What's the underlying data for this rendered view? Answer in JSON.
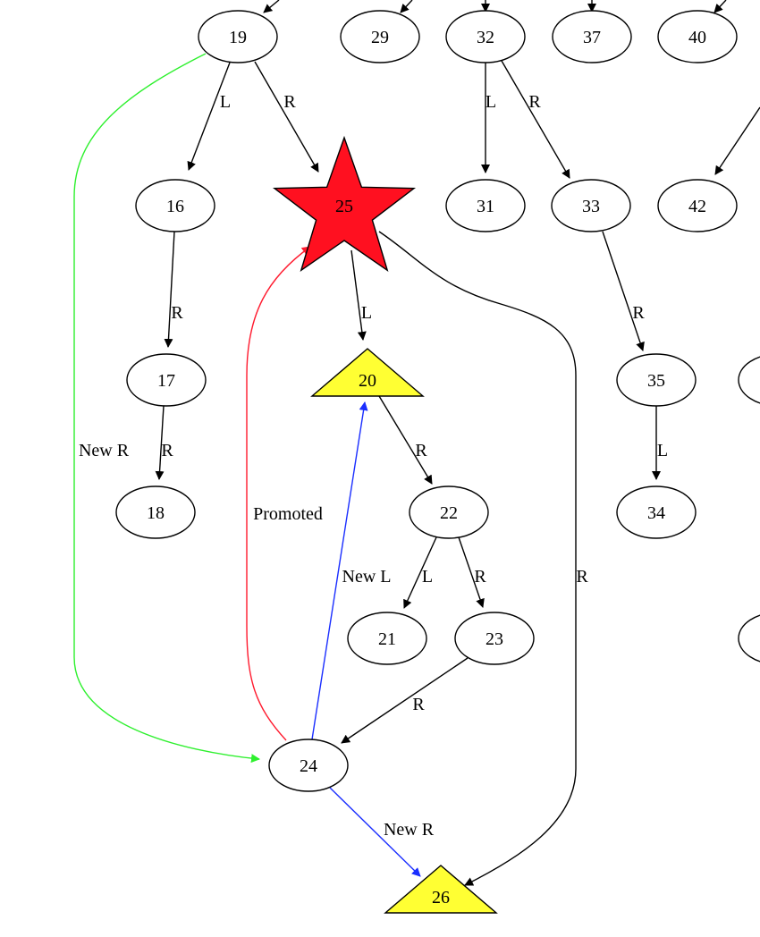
{
  "title": "Binary search tree node deletion (in-order successor promotion)",
  "colors": {
    "default_edge": "#000000",
    "new_link": "#1a2eff",
    "promoted": "#ff1a2e",
    "new_right_from_parent": "#2ef02e",
    "star_fill": "#ff1020",
    "triangle_fill": "#ffff33",
    "ellipse_fill": "#ffffff"
  },
  "nodes": [
    {
      "id": "19",
      "label": "19",
      "shape": "ellipse"
    },
    {
      "id": "29",
      "label": "29",
      "shape": "ellipse"
    },
    {
      "id": "32",
      "label": "32",
      "shape": "ellipse"
    },
    {
      "id": "37",
      "label": "37",
      "shape": "ellipse"
    },
    {
      "id": "40",
      "label": "40",
      "shape": "ellipse"
    },
    {
      "id": "16",
      "label": "16",
      "shape": "ellipse"
    },
    {
      "id": "25",
      "label": "25",
      "shape": "star",
      "role": "deleted node"
    },
    {
      "id": "31",
      "label": "31",
      "shape": "ellipse"
    },
    {
      "id": "33",
      "label": "33",
      "shape": "ellipse"
    },
    {
      "id": "42",
      "label": "42",
      "shape": "ellipse"
    },
    {
      "id": "17",
      "label": "17",
      "shape": "ellipse"
    },
    {
      "id": "20",
      "label": "20",
      "shape": "triangle",
      "role": "child of deleted"
    },
    {
      "id": "35",
      "label": "35",
      "shape": "ellipse"
    },
    {
      "id": "18",
      "label": "18",
      "shape": "ellipse"
    },
    {
      "id": "22",
      "label": "22",
      "shape": "ellipse"
    },
    {
      "id": "34",
      "label": "34",
      "shape": "ellipse"
    },
    {
      "id": "21",
      "label": "21",
      "shape": "ellipse"
    },
    {
      "id": "23",
      "label": "23",
      "shape": "ellipse"
    },
    {
      "id": "24",
      "label": "24",
      "shape": "ellipse",
      "role": "successor"
    },
    {
      "id": "26",
      "label": "26",
      "shape": "triangle",
      "role": "child of deleted"
    }
  ],
  "partial_nodes": [
    "offscreen-right-1",
    "offscreen-right-2"
  ],
  "edges": [
    {
      "from": "19",
      "to": "16",
      "label": "L",
      "style": "default"
    },
    {
      "from": "19",
      "to": "25",
      "label": "R",
      "style": "default"
    },
    {
      "from": "19",
      "to": "24",
      "label": "New R",
      "style": "new_right_from_parent"
    },
    {
      "from": "32",
      "to": "31",
      "label": "L",
      "style": "default"
    },
    {
      "from": "32",
      "to": "33",
      "label": "R",
      "style": "default"
    },
    {
      "from": "16",
      "to": "17",
      "label": "R",
      "style": "default"
    },
    {
      "from": "17",
      "to": "18",
      "label": "R",
      "style": "default"
    },
    {
      "from": "25",
      "to": "20",
      "label": "L",
      "style": "default"
    },
    {
      "from": "25",
      "to": "26",
      "label": "R",
      "style": "default"
    },
    {
      "from": "33",
      "to": "35",
      "label": "R",
      "style": "default"
    },
    {
      "from": "35",
      "to": "34",
      "label": "L",
      "style": "default"
    },
    {
      "from": "20",
      "to": "22",
      "label": "R",
      "style": "default"
    },
    {
      "from": "22",
      "to": "21",
      "label": "L",
      "style": "default"
    },
    {
      "from": "22",
      "to": "23",
      "label": "R",
      "style": "default"
    },
    {
      "from": "23",
      "to": "24",
      "label": "R",
      "style": "default"
    },
    {
      "from": "24",
      "to": "25",
      "label": "Promoted",
      "style": "promoted"
    },
    {
      "from": "24",
      "to": "20",
      "label": "New L",
      "style": "new_link"
    },
    {
      "from": "24",
      "to": "26",
      "label": "New R",
      "style": "new_link"
    },
    {
      "from": "offscreen",
      "to": "19",
      "label": "",
      "style": "default"
    },
    {
      "from": "offscreen",
      "to": "29",
      "label": "",
      "style": "default"
    },
    {
      "from": "offscreen",
      "to": "32",
      "label": "",
      "style": "default"
    },
    {
      "from": "offscreen",
      "to": "37",
      "label": "",
      "style": "default"
    },
    {
      "from": "offscreen",
      "to": "40",
      "label": "",
      "style": "default"
    },
    {
      "from": "offscreen",
      "to": "42",
      "label": "",
      "style": "default"
    }
  ]
}
